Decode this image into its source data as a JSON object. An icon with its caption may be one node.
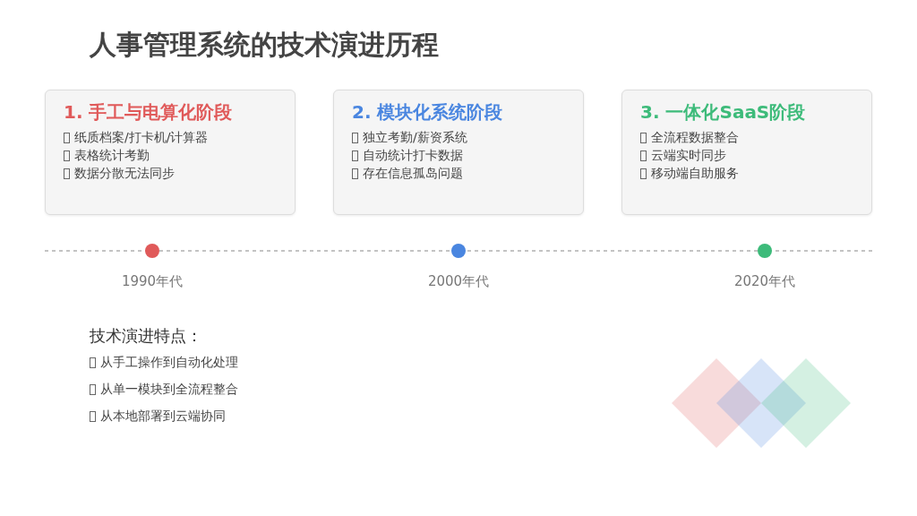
{
  "diagram": {
    "title": "人事管理系统的技术演进历程",
    "nodes": [
      {
        "text": [
          "1. 手工与电算化阶段",
          "纸质档案/打卡机/计算器",
          "表格统计考勤",
          "数据分散无法同步"
        ]
      },
      {
        "text": [
          "2. 模块化系统阶段",
          "独立考勤/薪资系统",
          "自动统计打卡数据",
          "存在信息孤岛问题"
        ]
      },
      {
        "text": [
          "3. 一体化SaaS阶段",
          "全流程数据整合",
          "云端实时同步",
          "移动端自助服务"
        ]
      }
    ],
    "edges": [],
    "labels": [
      "1990年代",
      "2000年代",
      "2020年代",
      "技术演进特点：",
      "从手工操作到自动化处理",
      "从单一模块到全流程整合",
      "从本地部署到云端协同"
    ]
  }
}
